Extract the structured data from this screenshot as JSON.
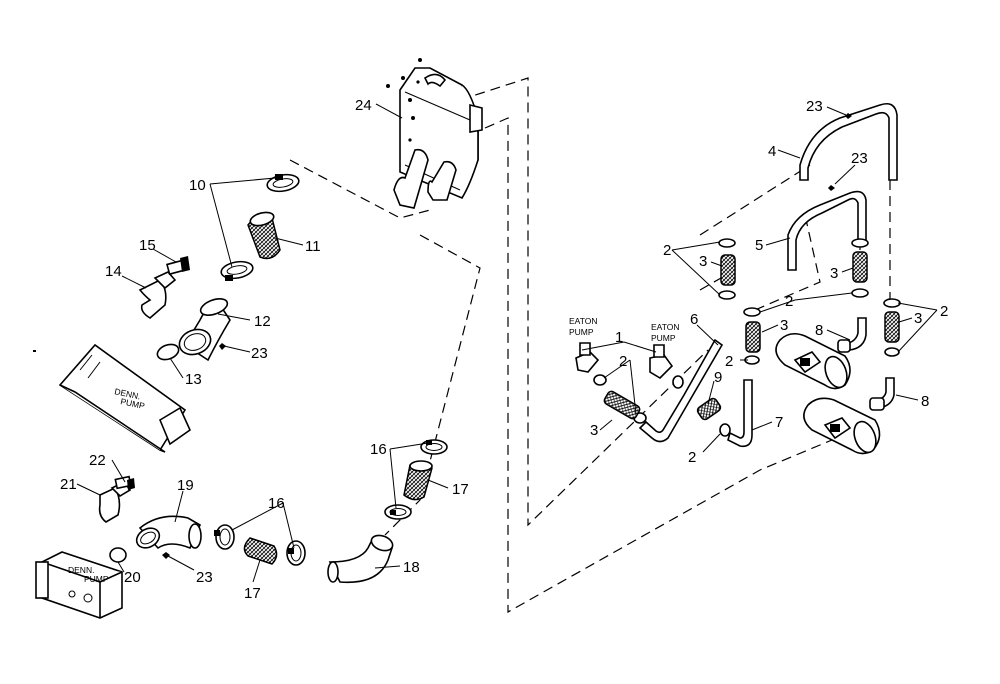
{
  "callouts": {
    "c1": "1",
    "c2a": "2",
    "c2b": "2",
    "c2c": "2",
    "c2d": "2",
    "c2e": "2",
    "c2f": "2",
    "c3a": "3",
    "c3b": "3",
    "c3c": "3",
    "c3d": "3",
    "c3e": "3",
    "c4": "4",
    "c5": "5",
    "c6": "6",
    "c7": "7",
    "c8a": "8",
    "c8b": "8",
    "c9": "9",
    "c10": "10",
    "c11": "11",
    "c12": "12",
    "c13": "13",
    "c14": "14",
    "c15": "15",
    "c16a": "16",
    "c16b": "16",
    "c17a": "17",
    "c17b": "17",
    "c18": "18",
    "c19": "19",
    "c20": "20",
    "c21": "21",
    "c22": "22",
    "c23a": "23",
    "c23b": "23",
    "c23c": "23",
    "c23d": "23",
    "c24": "24"
  },
  "labels": {
    "eaton_pump_left": [
      "EATON",
      "PUMP"
    ],
    "eaton_pump_right": [
      "EATON",
      "PUMP"
    ],
    "denn_pump_top": [
      "DENN.",
      "PUMP"
    ],
    "denn_pump_bottom": [
      "DENN.",
      "PUMP"
    ]
  }
}
